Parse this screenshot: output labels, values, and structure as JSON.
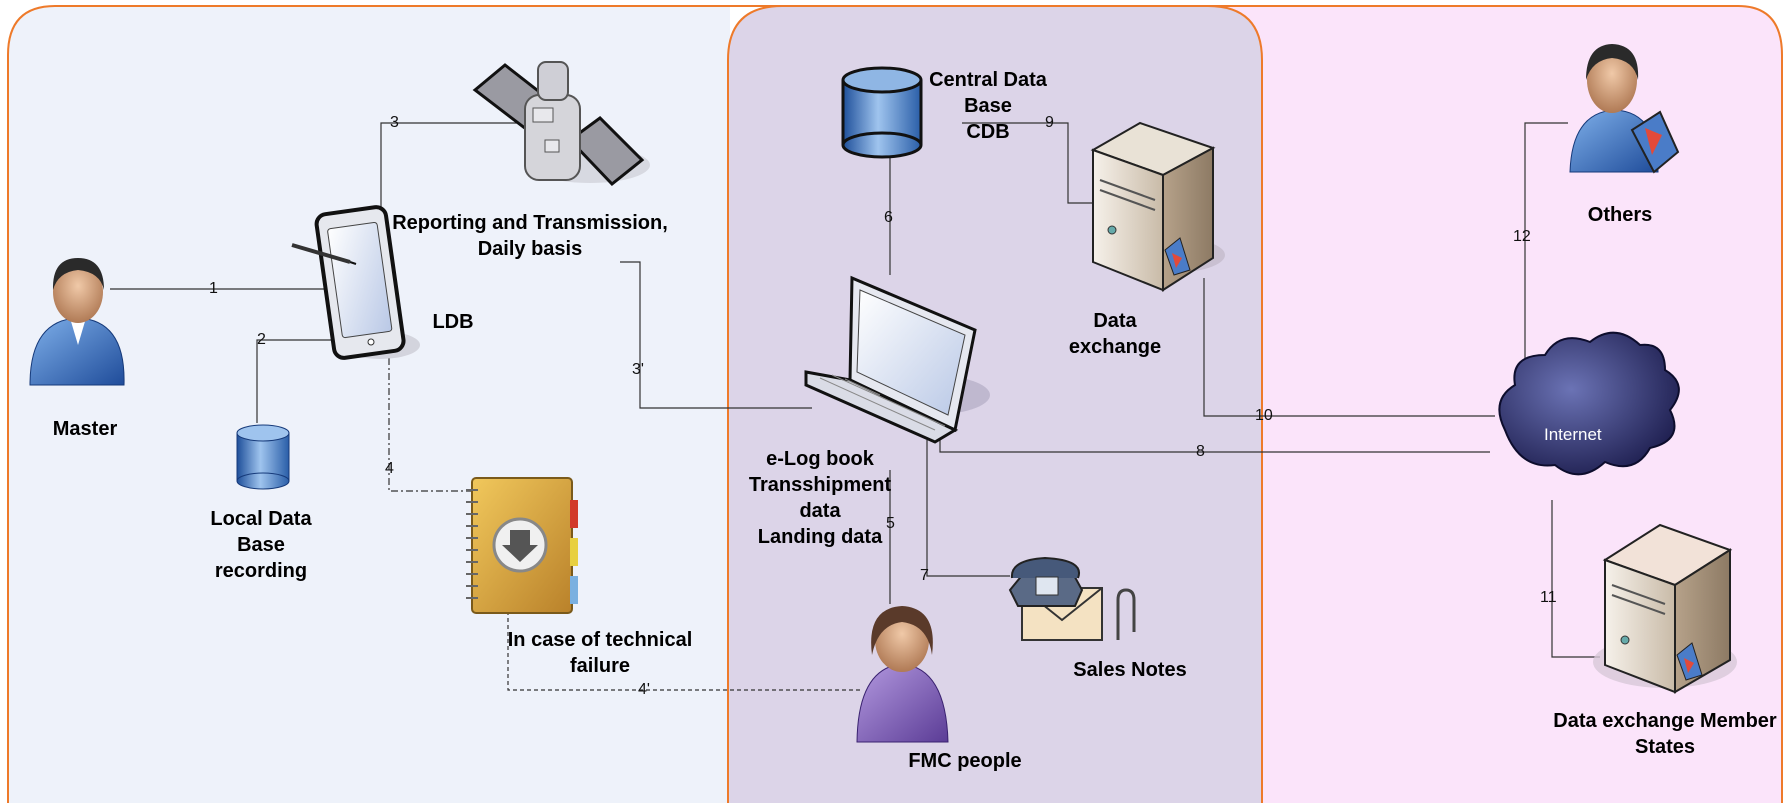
{
  "labels": {
    "master": "Master",
    "ldb": "LDB",
    "local_db": "Local Data\nBase\nrecording",
    "reporting": "Reporting and Transmission,\nDaily basis",
    "central_db": "Central Data\nBase\nCDB",
    "data_exchange": "Data\nexchange",
    "elog": "e-Log book\nTransshipment\ndata\nLanding data",
    "tech_failure": "In case of technical\nfailure",
    "sales_notes": "Sales Notes",
    "fmc_people": "FMC people",
    "others": "Others",
    "internet": "Internet",
    "member_states": "Data exchange Member\nStates"
  },
  "links": {
    "l1": "1",
    "l2": "2",
    "l3": "3",
    "l3p": "3'",
    "l4": "4",
    "l4p": "4'",
    "l5": "5",
    "l6": "6",
    "l7": "7",
    "l8": "8",
    "l9": "9",
    "l10": "10",
    "l11": "11",
    "l12": "12"
  },
  "colors": {
    "left_zone": "#eef2fa",
    "middle_zone": "#dcd4e8",
    "right_zone": "#fbe4fa",
    "zone_border": "#ee7a2a"
  }
}
